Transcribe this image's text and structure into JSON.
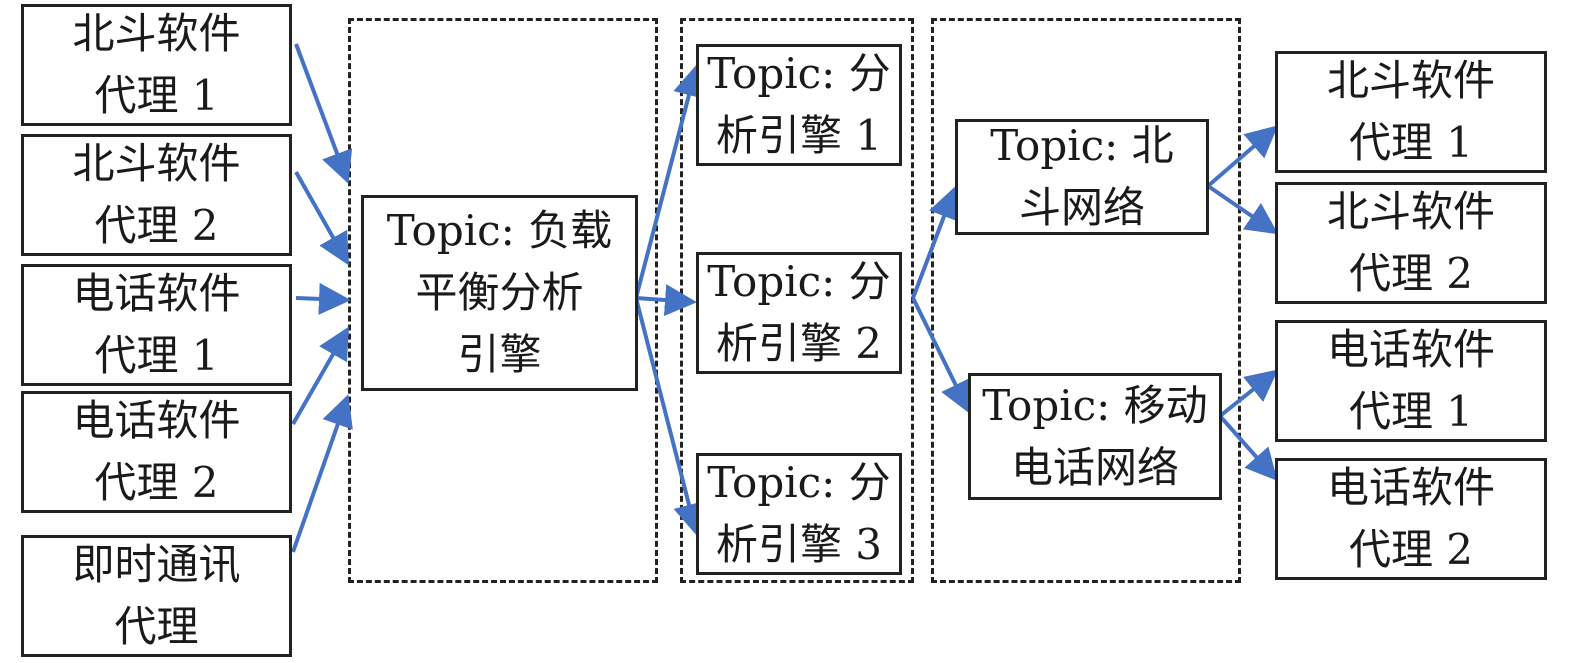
{
  "colors": {
    "arrow": "#4472c4",
    "border": "#222222",
    "text": "#1a1a1a"
  },
  "sources": [
    {
      "label": "北斗软件\n代理 1"
    },
    {
      "label": "北斗软件\n代理 2"
    },
    {
      "label": "电话软件\n代理 1"
    },
    {
      "label": "电话软件\n代理 2"
    },
    {
      "label": "即时通讯\n代理"
    }
  ],
  "load_balancer": {
    "label": "Topic: 负载\n平衡分析\n引擎"
  },
  "engines": [
    {
      "label": "Topic: 分\n析引擎 1"
    },
    {
      "label": "Topic: 分\n析引擎 2"
    },
    {
      "label": "Topic: 分\n析引擎 3"
    }
  ],
  "networks": [
    {
      "label": "Topic: 北\n斗网络"
    },
    {
      "label": "Topic: 移动\n电话网络"
    }
  ],
  "targets": [
    {
      "label": "北斗软件\n代理 1"
    },
    {
      "label": "北斗软件\n代理 2"
    },
    {
      "label": "电话软件\n代理 1"
    },
    {
      "label": "电话软件\n代理 2"
    }
  ]
}
